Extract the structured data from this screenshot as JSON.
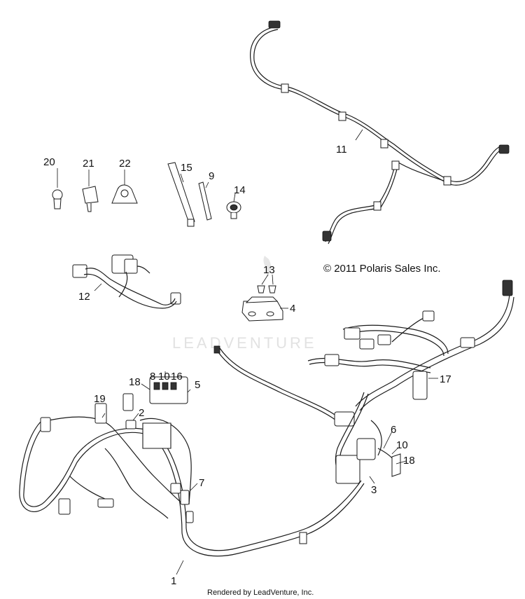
{
  "copyright": "© 2011 Polaris Sales Inc.",
  "rendered_by": "Rendered by LeadVenture, Inc.",
  "watermark": "LEADVENTURE",
  "callouts": {
    "c1": "1",
    "c2": "2",
    "c3": "3",
    "c4": "4",
    "c5": "5",
    "c6": "6",
    "c7": "7",
    "c8": "8",
    "c9": "9",
    "c10a": "10",
    "c10b": "10",
    "c11": "11",
    "c12": "12",
    "c13": "13",
    "c14": "14",
    "c15": "15",
    "c16": "16",
    "c17": "17",
    "c18a": "18",
    "c18b": "18",
    "c19": "19",
    "c20": "20",
    "c21": "21",
    "c22": "22"
  }
}
